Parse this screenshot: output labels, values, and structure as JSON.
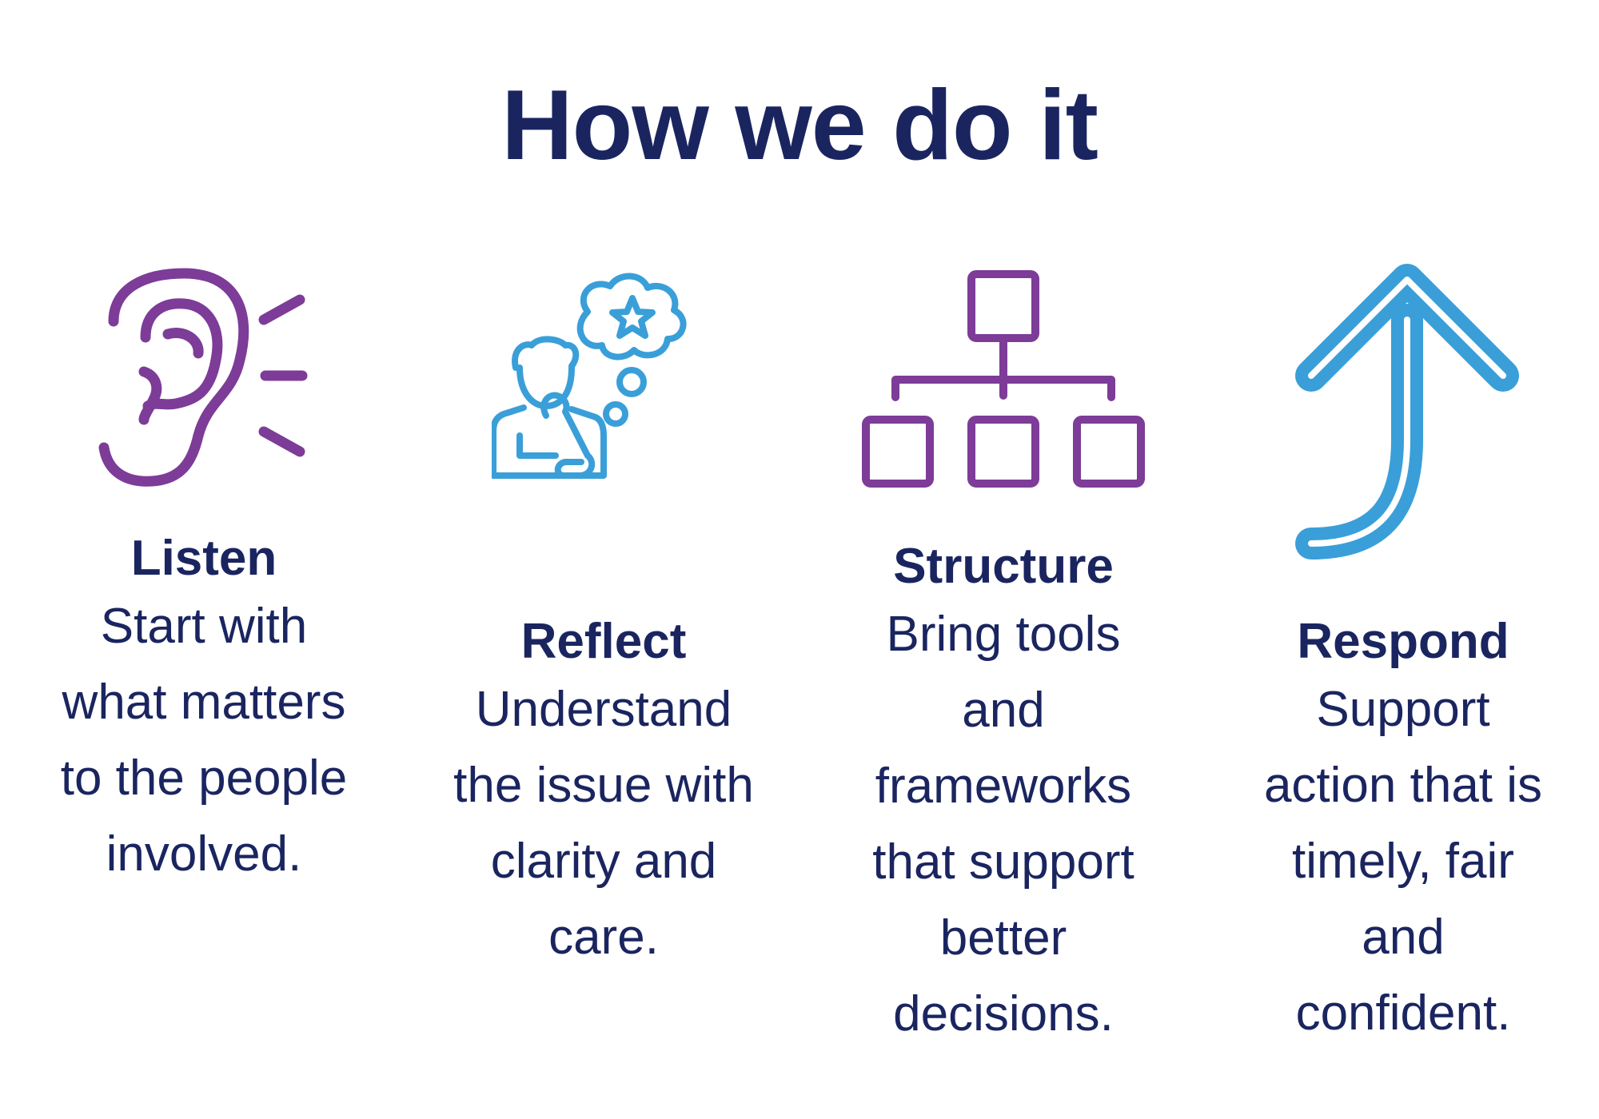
{
  "title": "How we do it",
  "colors": {
    "navy": "#1a2560",
    "purple": "#7d3c98",
    "blue": "#3a9fd8"
  },
  "steps": [
    {
      "icon": "ear-icon",
      "heading": "Listen",
      "lines": [
        "Start with",
        "what matters",
        "to the people",
        "involved."
      ]
    },
    {
      "icon": "thinking-person-icon",
      "heading": "Reflect",
      "lines": [
        "Understand",
        "the issue with",
        "clarity and",
        "care."
      ]
    },
    {
      "icon": "org-chart-icon",
      "heading": "Structure",
      "lines": [
        "Bring tools",
        "and",
        "frameworks",
        "that support",
        "better",
        "decisions."
      ]
    },
    {
      "icon": "up-arrow-icon",
      "heading": "Respond",
      "lines": [
        "Support",
        "action that is",
        "timely, fair",
        "and",
        "confident."
      ]
    }
  ]
}
